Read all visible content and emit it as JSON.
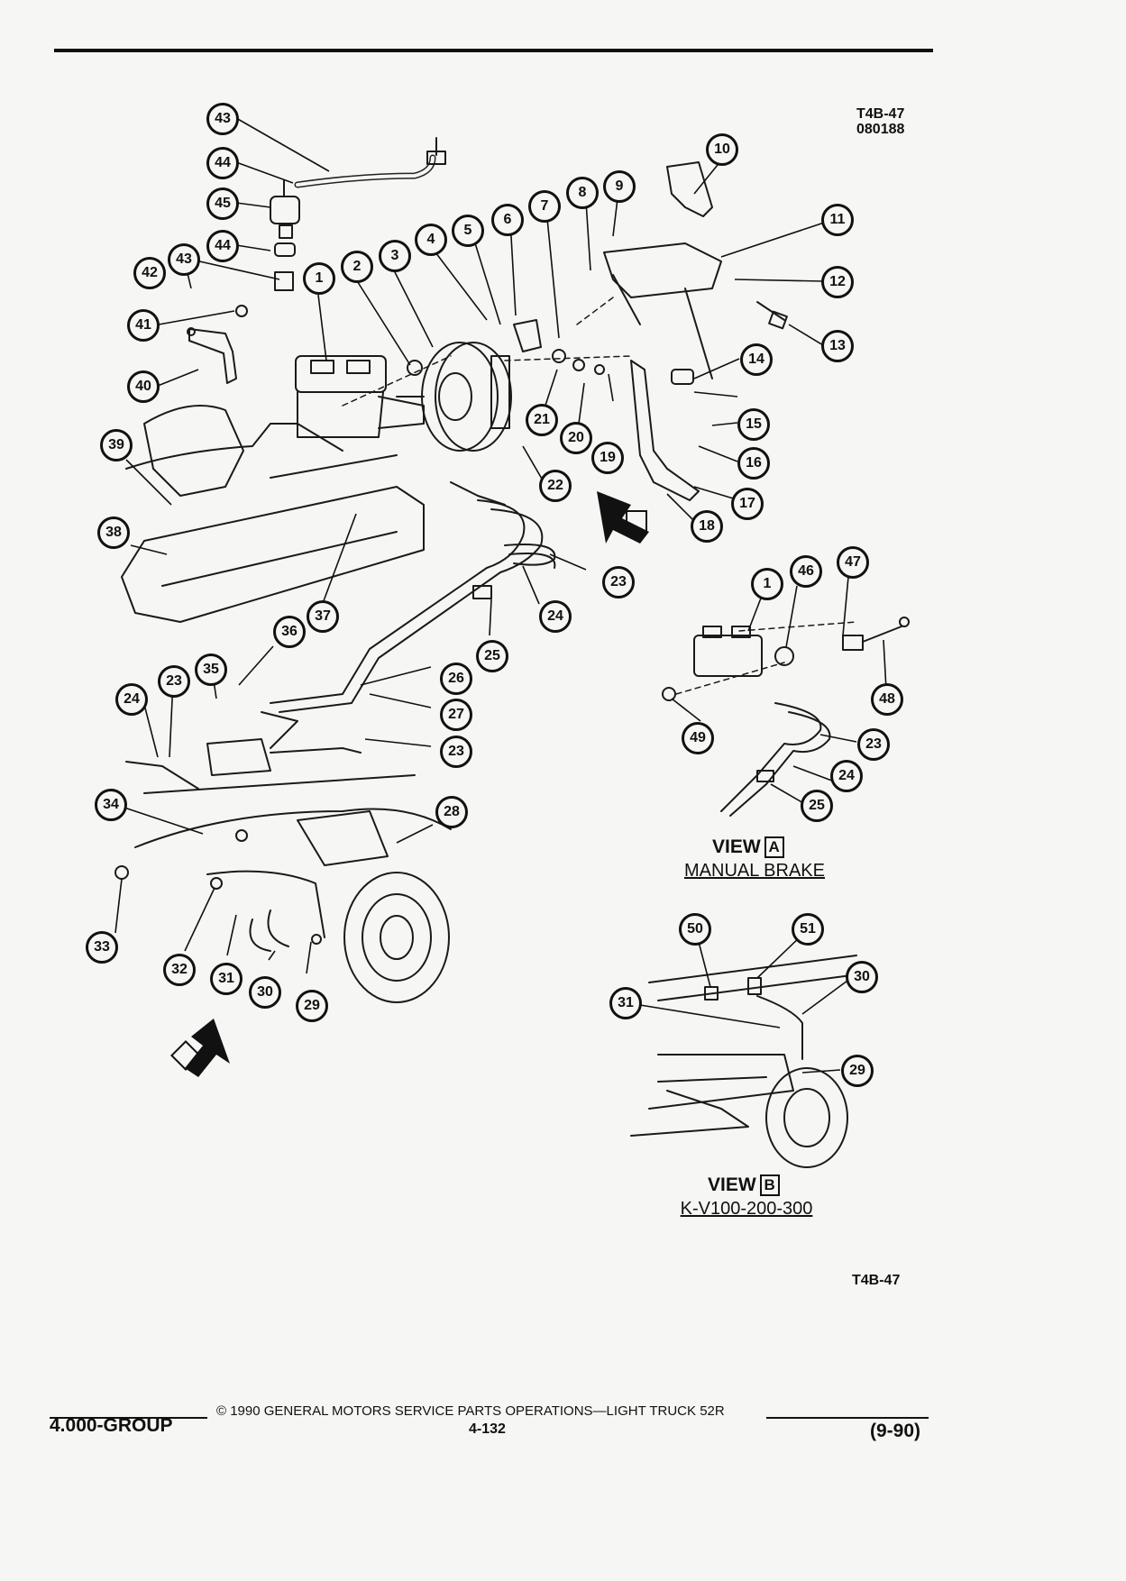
{
  "header": {
    "ref_code": "T4B-47",
    "date_code": "080188"
  },
  "views": {
    "a": {
      "label": "VIEW",
      "letter": "A",
      "subtitle": "MANUAL BRAKE"
    },
    "b": {
      "label": "VIEW",
      "letter": "B",
      "subtitle": "K-V100-200-300"
    }
  },
  "figure_tag": "T4B-47",
  "footer": {
    "copyright": "© 1990 GENERAL MOTORS SERVICE PARTS OPERATIONS—LIGHT TRUCK 52R",
    "group": "4.000-GROUP",
    "page": "4-132",
    "revision": "(9-90)"
  },
  "callouts": [
    "1",
    "2",
    "3",
    "4",
    "5",
    "6",
    "7",
    "8",
    "9",
    "10",
    "11",
    "12",
    "13",
    "14",
    "15",
    "16",
    "17",
    "18",
    "19",
    "20",
    "21",
    "22",
    "23",
    "24",
    "25",
    "26",
    "27",
    "28",
    "29",
    "30",
    "31",
    "32",
    "33",
    "34",
    "35",
    "36",
    "37",
    "38",
    "39",
    "40",
    "41",
    "42",
    "43",
    "44",
    "45",
    "46",
    "47",
    "48",
    "49",
    "50",
    "51"
  ],
  "view_a_callouts": [
    "1",
    "46",
    "47",
    "48",
    "49",
    "23",
    "24",
    "25"
  ],
  "view_b_callouts": [
    "50",
    "51",
    "30",
    "31",
    "29"
  ]
}
